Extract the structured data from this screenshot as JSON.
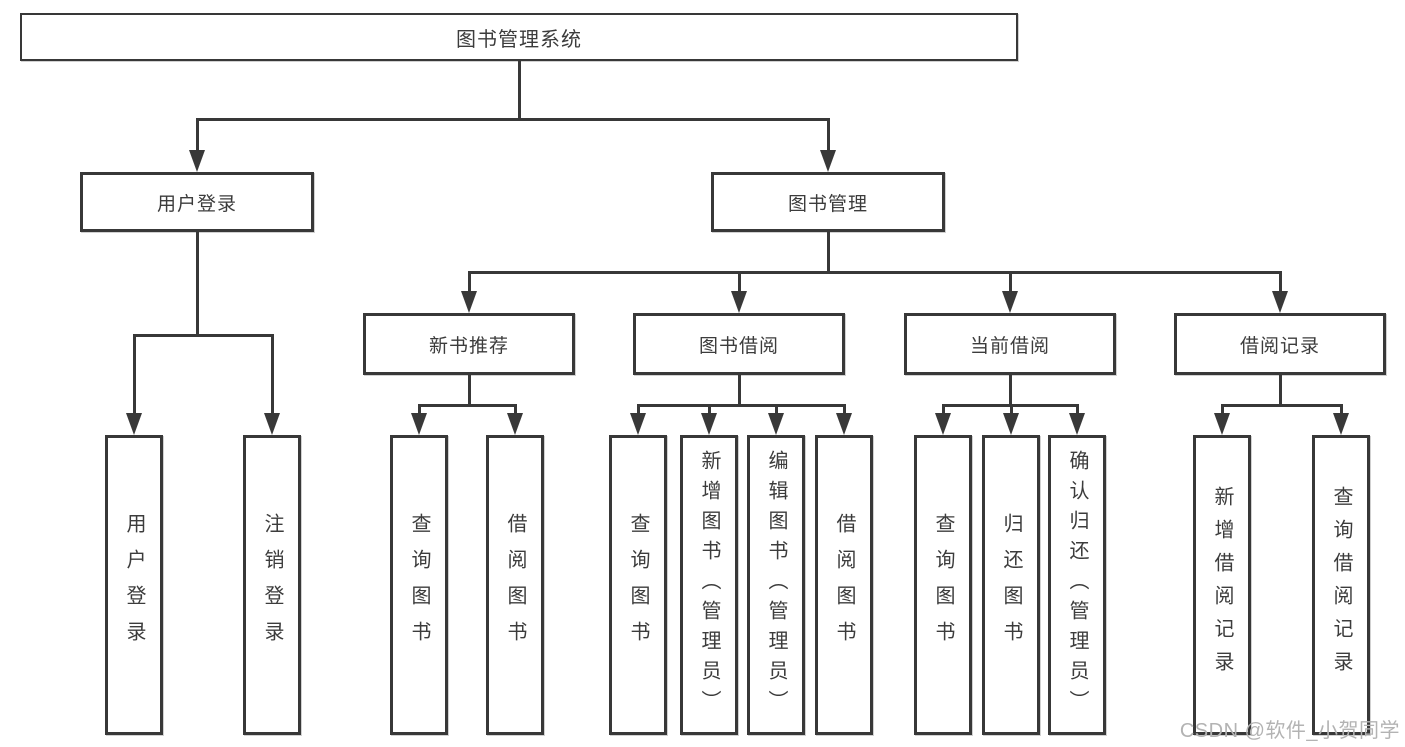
{
  "tree": {
    "root": {
      "label": "图书管理系统",
      "children": [
        {
          "label": "用户登录",
          "children": [
            {
              "label": "用户登录"
            },
            {
              "label": "注销登录"
            }
          ]
        },
        {
          "label": "图书管理",
          "children": [
            {
              "label": "新书推荐",
              "children": [
                {
                  "label": "查询图书"
                },
                {
                  "label": "借阅图书"
                }
              ]
            },
            {
              "label": "图书借阅",
              "children": [
                {
                  "label": "查询图书"
                },
                {
                  "label": "新增图书（管理员）"
                },
                {
                  "label": "编辑图书（管理员）"
                },
                {
                  "label": "借阅图书"
                }
              ]
            },
            {
              "label": "当前借阅",
              "children": [
                {
                  "label": "查询图书"
                },
                {
                  "label": "归还图书"
                },
                {
                  "label": "确认归还（管理员）"
                }
              ]
            },
            {
              "label": "借阅记录",
              "children": [
                {
                  "label": "新增借阅记录"
                },
                {
                  "label": "查询借阅记录"
                }
              ]
            }
          ]
        }
      ]
    }
  },
  "watermark": {
    "text": "CSDN @软件_小贺同学"
  },
  "colors": {
    "line": "#383838",
    "box_border": "#383838",
    "text": "#3c3c3c",
    "background": "#ffffff",
    "watermark": "#b3b3b3"
  }
}
